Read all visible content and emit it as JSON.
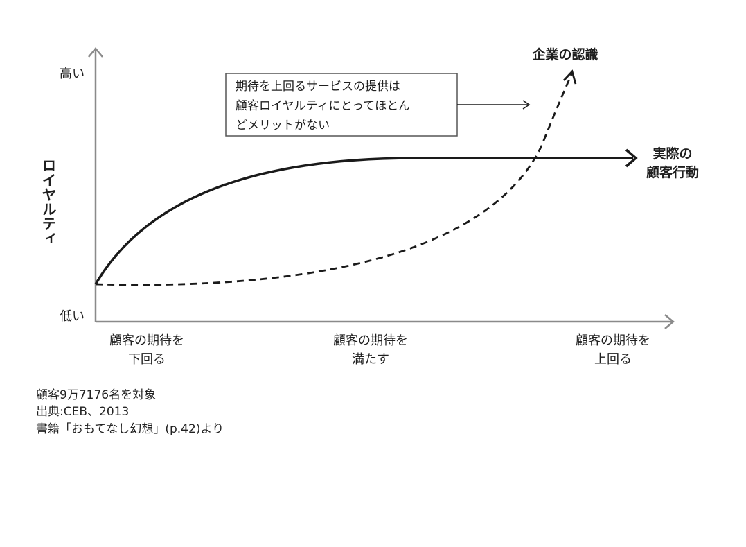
{
  "chart_data": {
    "type": "line",
    "ylabel": "ロイヤルティ",
    "y_high_label": "高い",
    "y_low_label": "低い",
    "x_ticks": [
      [
        "顧客の期待を",
        "下回る"
      ],
      [
        "顧客の期待を",
        "満たす"
      ],
      [
        "顧客の期待を",
        "上回る"
      ]
    ],
    "series": [
      {
        "name_lines": [
          "実際の",
          "顧客行動"
        ],
        "style": "solid",
        "color": "#1a1a1a"
      },
      {
        "name_lines": [
          "企業の認識"
        ],
        "style": "dashed",
        "color": "#1a1a1a"
      }
    ],
    "annotation": {
      "lines": [
        "期待を上回るサービスの提供は",
        "顧客ロイヤルティにとってほとん",
        "どメリットがない"
      ]
    }
  },
  "caption": {
    "line1": "顧客9万7176名を対象",
    "line2": "出典:CEB、2013",
    "line3": "書籍「おもてなし幻想」(p.42)より"
  }
}
